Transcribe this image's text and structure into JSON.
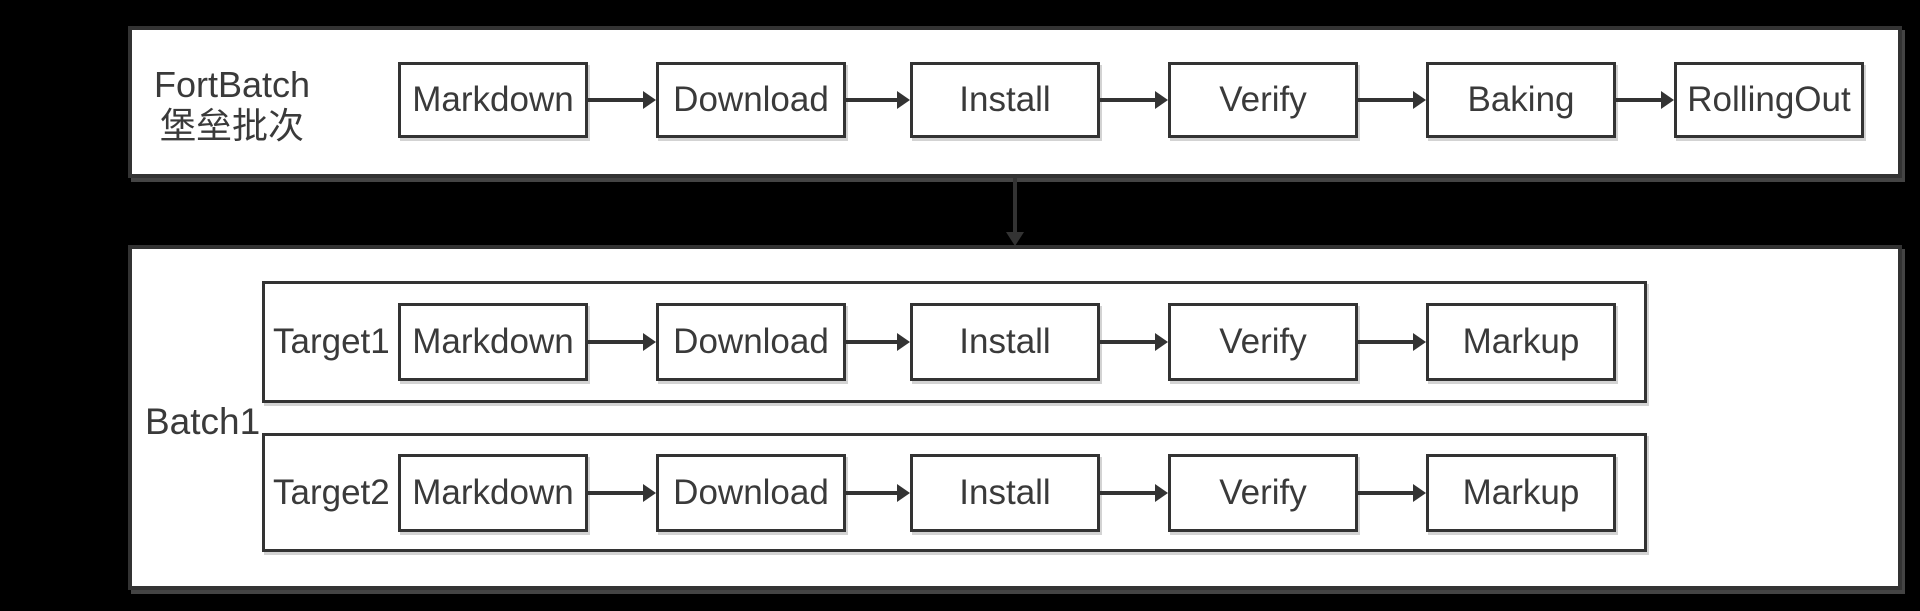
{
  "colors": {
    "background": "#000000",
    "panel_fill": "#ffffff",
    "stroke": "#333333",
    "text": "#3a3a3a"
  },
  "fortbatch": {
    "title_line1": "FortBatch",
    "title_line2": "堡垒批次",
    "steps": [
      "Markdown",
      "Download",
      "Install",
      "Verify",
      "Baking",
      "RollingOut"
    ]
  },
  "batch1": {
    "label": "Batch1",
    "targets": [
      {
        "label": "Target1",
        "steps": [
          "Markdown",
          "Download",
          "Install",
          "Verify",
          "Markup"
        ]
      },
      {
        "label": "Target2",
        "steps": [
          "Markdown",
          "Download",
          "Install",
          "Verify",
          "Markup"
        ]
      }
    ]
  }
}
